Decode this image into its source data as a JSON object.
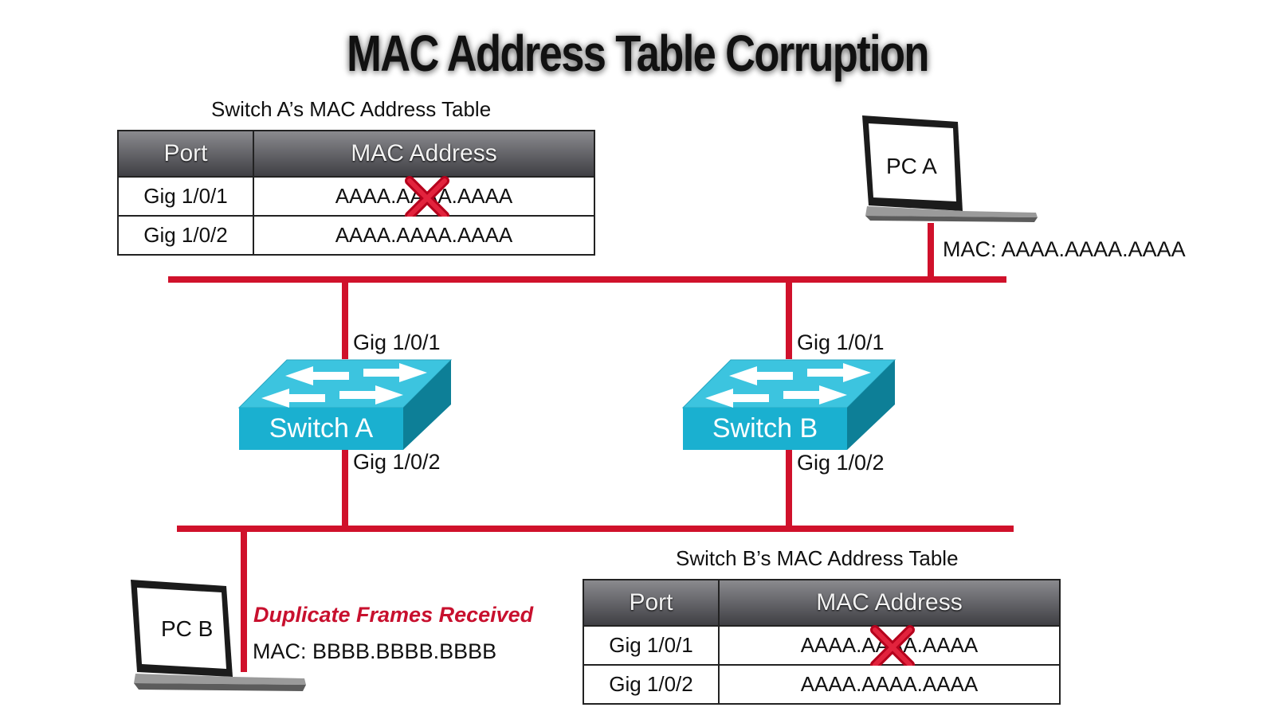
{
  "title": "MAC Address Table Corruption",
  "table_a": {
    "caption": "Switch A’s MAC Address Table",
    "headers": [
      "Port",
      "MAC Address"
    ],
    "rows": [
      {
        "port": "Gig 1/0/1",
        "mac": "AAAA.AAAA.AAAA",
        "crossed": true
      },
      {
        "port": "Gig 1/0/2",
        "mac": "AAAA.AAAA.AAAA",
        "crossed": false
      }
    ]
  },
  "table_b": {
    "caption": "Switch B’s MAC Address Table",
    "headers": [
      "Port",
      "MAC Address"
    ],
    "rows": [
      {
        "port": "Gig 1/0/1",
        "mac": "AAAA.AAAA.AAAA",
        "crossed": true
      },
      {
        "port": "Gig 1/0/2",
        "mac": "AAAA.AAAA.AAAA",
        "crossed": false
      }
    ]
  },
  "switch_a": {
    "label": "Switch A",
    "top_port": "Gig 1/0/1",
    "bottom_port": "Gig 1/0/2"
  },
  "switch_b": {
    "label": "Switch B",
    "top_port": "Gig 1/0/1",
    "bottom_port": "Gig 1/0/2"
  },
  "pc_a": {
    "label": "PC A",
    "mac": "MAC: AAAA.AAAA.AAAA"
  },
  "pc_b": {
    "label": "PC B",
    "mac": "MAC: BBBB.BBBB.BBBB",
    "status": "Duplicate Frames Received"
  },
  "colors": {
    "wire": "#d0112b",
    "switch_top": "#3cc4df",
    "switch_front": "#1ab0d0",
    "switch_side": "#0d7f97"
  },
  "icons": {
    "switch": "switch-icon",
    "laptop": "laptop-icon",
    "cross": "red-x-icon"
  }
}
